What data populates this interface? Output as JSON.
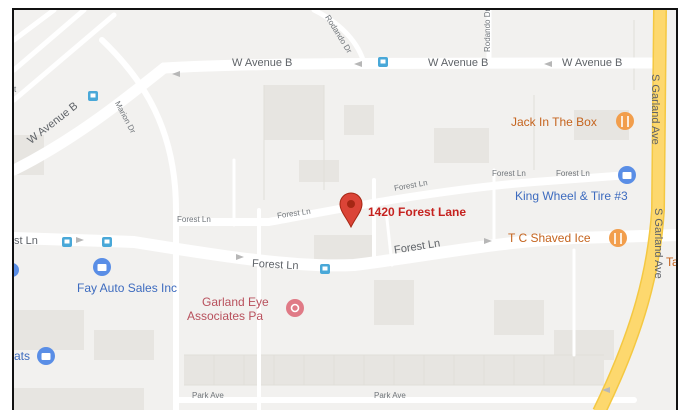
{
  "map": {
    "pin": {
      "label": "1420 Forest Lane",
      "icon": "location-pin-icon",
      "color": "#db4437"
    },
    "roads": {
      "w_avenue_b_1": "W Avenue B",
      "w_avenue_b_2": "W Avenue B",
      "w_avenue_b_3": "W Avenue B",
      "w_avenue_b_diag": "W Avenue B",
      "marion_dr": "Marion Dr",
      "rodando_dr_1": "Rodando Dr",
      "rodando_dr_2": "Rodando Dr",
      "s_garland_ave_1": "S Garland Ave",
      "s_garland_ave_2": "S Garland Ave",
      "forest_ln_1": "Forest Ln",
      "forest_ln_2": "Forest Ln",
      "forest_ln_3": "Forest Ln",
      "forest_ln_4": "Forest Ln",
      "forest_ln_5": "Forest Ln",
      "forest_ln_6": "Forest Ln",
      "forest_ln_7": "Forest Ln",
      "forest_ln_left": "st Ln",
      "park_ave_1": "Park Ave",
      "park_ave_2": "Park Ave",
      "edge_t": "t"
    },
    "pois": {
      "jack_in_the_box": {
        "label": "Jack In The Box",
        "icon": "restaurant-icon",
        "color": "#f29e4c"
      },
      "king_wheel": {
        "label": "King Wheel & Tire #3",
        "icon": "shopping-icon",
        "color": "#5a8ee6"
      },
      "tc_shaved_ice": {
        "label": "T C Shaved Ice",
        "icon": "restaurant-icon",
        "color": "#f29e4c"
      },
      "tc_partial": {
        "label": "Ta"
      },
      "fay_auto": {
        "label": "Fay Auto Sales Inc",
        "icon": "shopping-icon",
        "color": "#5a8ee6"
      },
      "garland_eye_1": {
        "label": "Garland Eye",
        "icon": "medical-icon",
        "color": "#e07a86"
      },
      "garland_eye_2": {
        "label": "Associates Pa"
      },
      "ats_partial": {
        "label": "ats",
        "icon": "shopping-icon",
        "color": "#5a8ee6"
      }
    },
    "transit_icon": "bus-stop-icon",
    "colors": {
      "background": "#f2f1ef",
      "road": "#ffffff",
      "highway": "#fdd86e",
      "building": "#e6e4e0"
    }
  }
}
